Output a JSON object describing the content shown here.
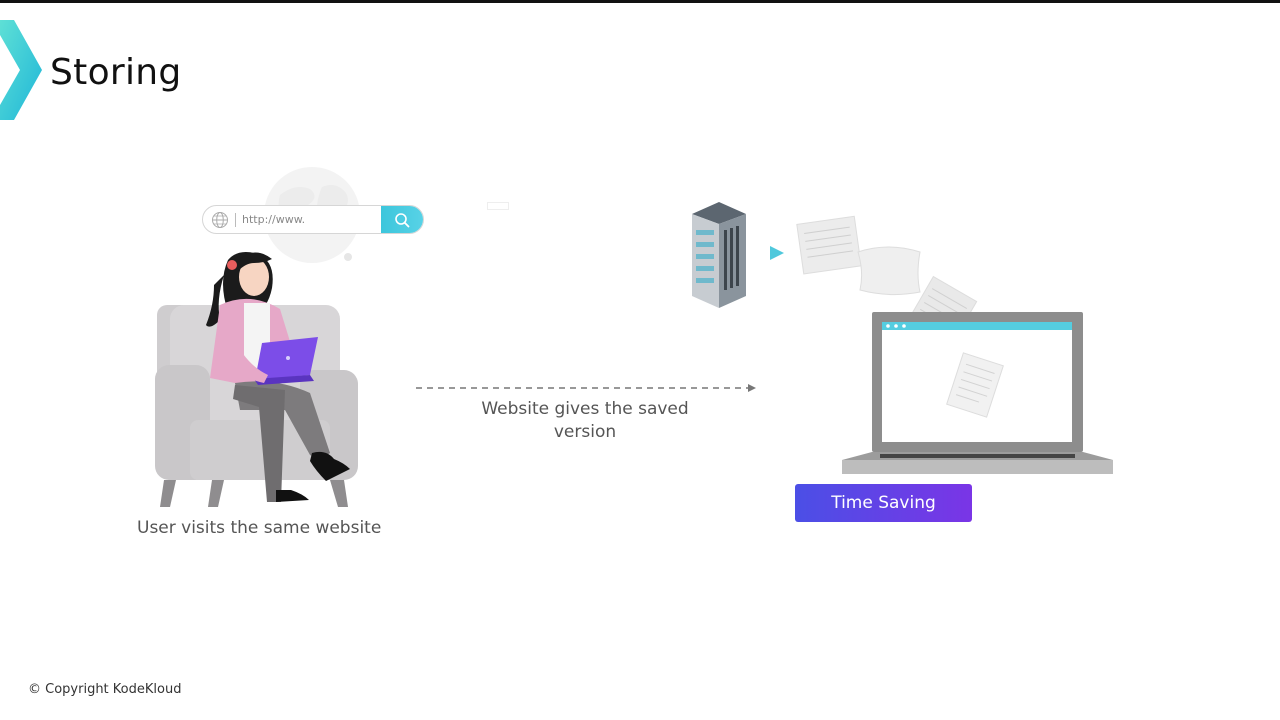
{
  "slide": {
    "title": "Storing",
    "copyright": "© Copyright KodeKloud"
  },
  "search_bar": {
    "url": "http://www."
  },
  "captions": {
    "user": "User visits the same website",
    "middle": "Website gives the saved version"
  },
  "badge": {
    "label": "Time Saving"
  },
  "colors": {
    "accent_teal": "#3cc6dc",
    "button_gradient_start": "#4b4fe6",
    "button_gradient_end": "#7a35e6",
    "caption_text": "#555555"
  }
}
